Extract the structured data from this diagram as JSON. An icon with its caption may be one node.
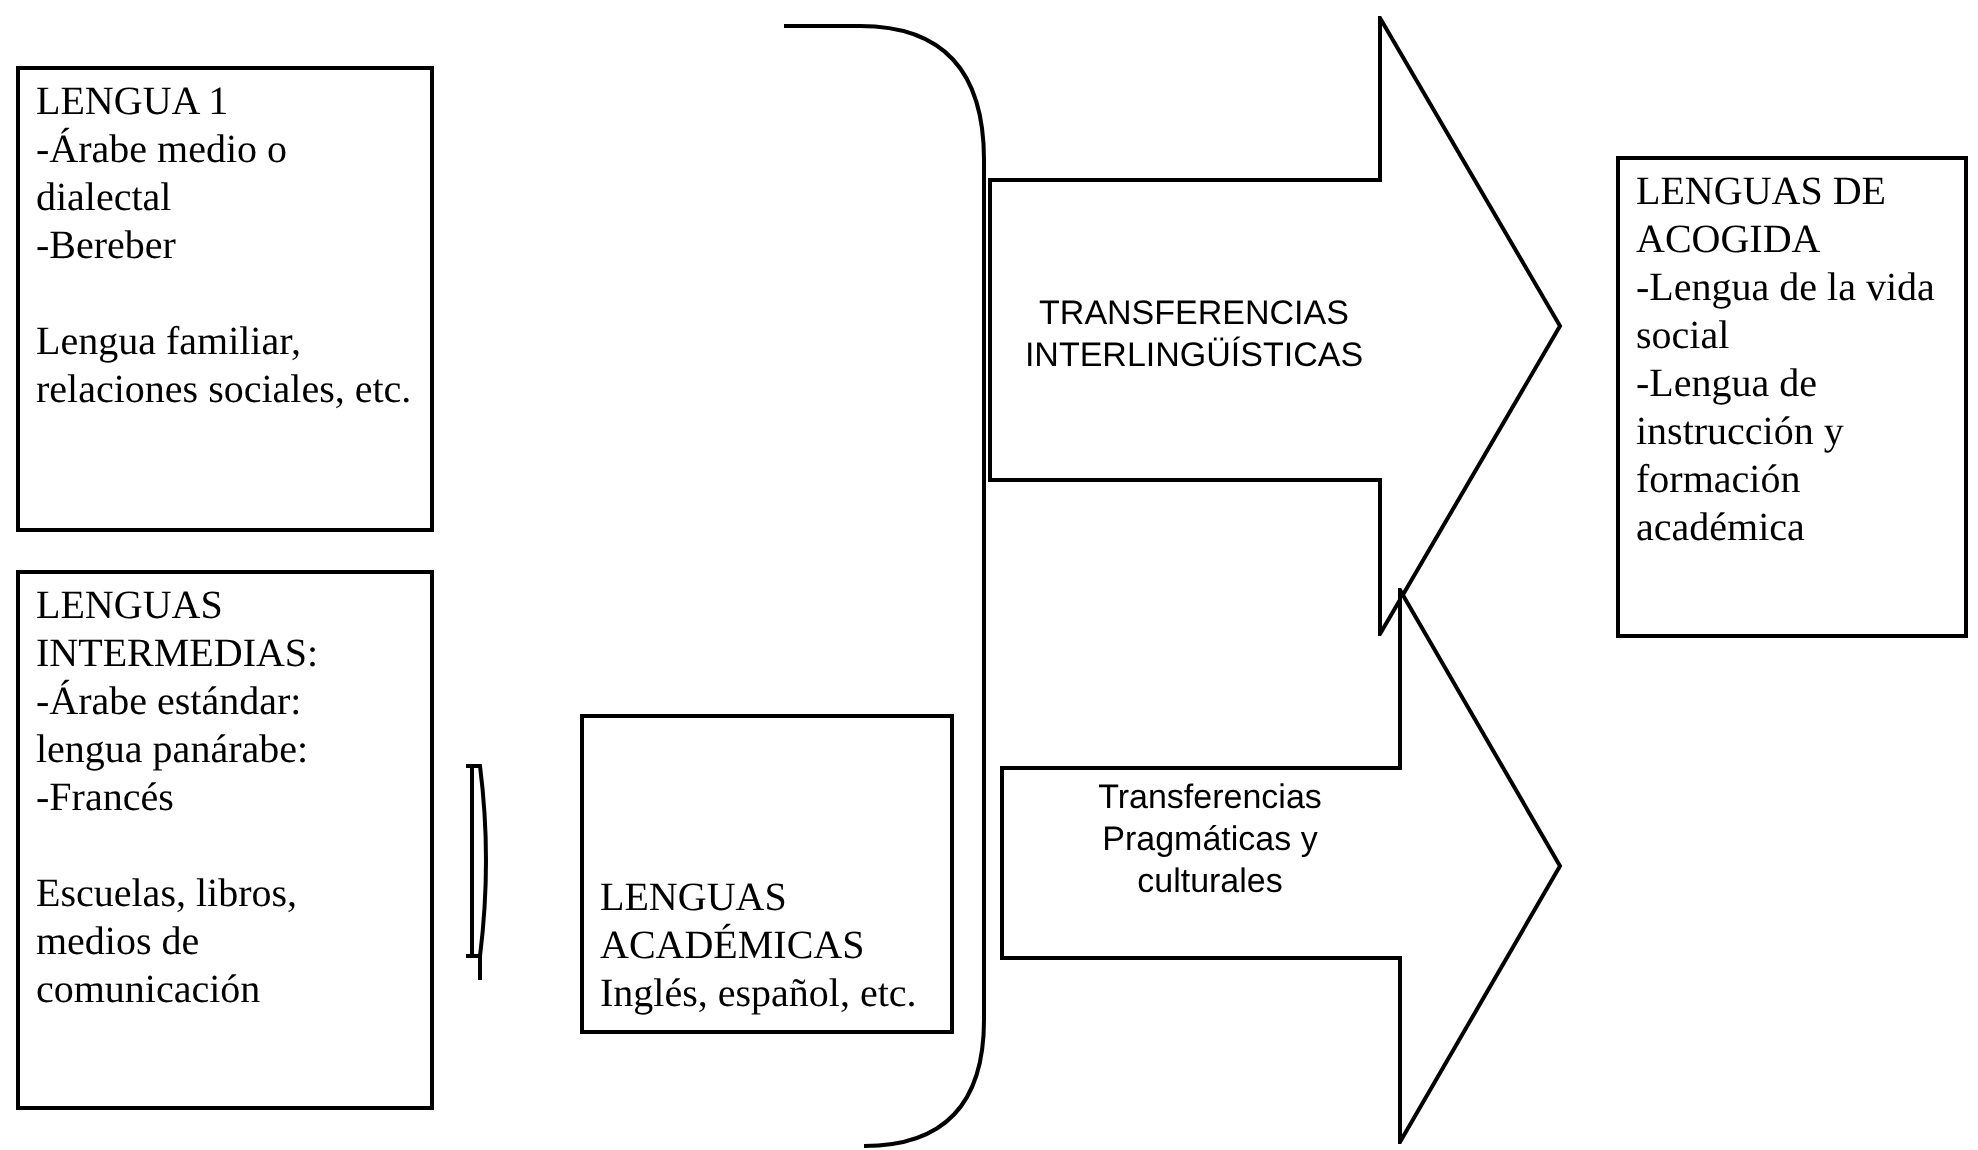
{
  "diagram": {
    "nodes": [
      {
        "text": [
          "LENGUA 1",
          "-Árabe medio o dialectal",
          "-Bereber",
          "Lengua familiar, relaciones sociales, etc."
        ]
      },
      {
        "text": [
          "LENGUAS INTERMEDIAS:",
          "-Árabe estándar: lengua panárabe:",
          "-Francés",
          "Escuelas, libros, medios de comunicación"
        ]
      },
      {
        "text": [
          "LENGUAS ACADÉMICAS",
          "Inglés, español, etc."
        ]
      },
      {
        "text": [
          "TRANSFERENCIAS INTERLINGÜÍSTICAS"
        ]
      },
      {
        "text": [
          "Transferencias Pragmáticas y culturales"
        ]
      },
      {
        "text": [
          "LENGUAS DE ACOGIDA",
          "-Lengua de la vida social",
          "-Lengua de instrucción y formación académica"
        ]
      }
    ]
  }
}
